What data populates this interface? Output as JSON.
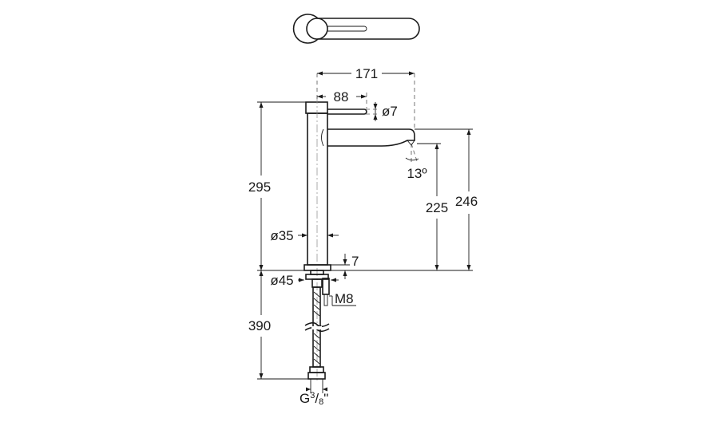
{
  "drawing": {
    "labels": {
      "width_total": "171",
      "lever_reach": "88",
      "lever_dia": "ø7",
      "height_total": "295",
      "spout_height": "225",
      "spout_top_height": "246",
      "spout_angle": "13º",
      "body_dia": "ø35",
      "base_height": "7",
      "base_dia": "ø45",
      "thread": "M8",
      "hose_length": "390",
      "connection": "G",
      "connection_fraction_num": "3",
      "connection_fraction_den": "8",
      "connection_suffix": "\""
    }
  }
}
